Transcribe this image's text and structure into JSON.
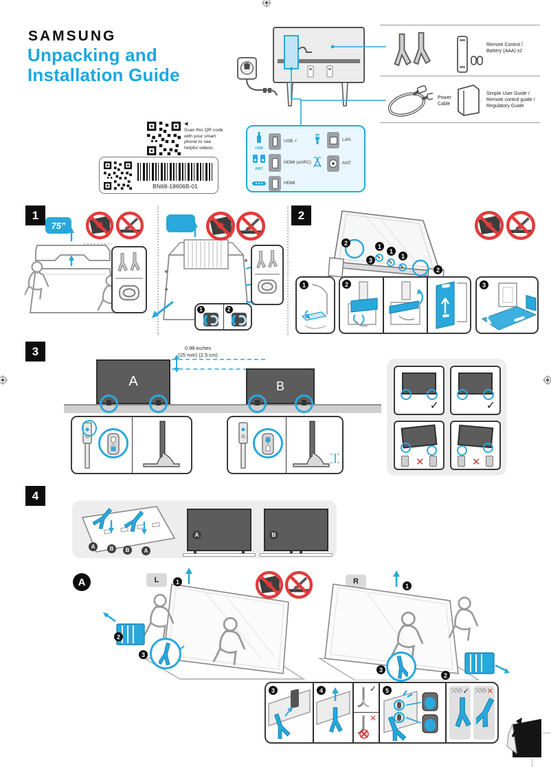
{
  "page": {
    "brand": "SAMSUNG",
    "title_line1": "Unpacking and",
    "title_line2": "Installation Guide"
  },
  "qr": {
    "arrow": "◀",
    "note": "Scan this QR code with your smart phone to see helpful videos.",
    "part_number": "BN68-18606B-01"
  },
  "accessories": {
    "remote_label": "Remote Control / Battery (AAA) x2",
    "power_label": "Power Cable",
    "guide_label": "Simple User Guide / Remote control guide / Regulatory Guide"
  },
  "ports": {
    "usb_caption": "USB",
    "arc_caption": "ARC",
    "labels": {
      "usb": "USB ⚡",
      "lan": "LAN",
      "hdmi_earc": "HDMI (eARC)",
      "ant": "ANT",
      "hdmi": "HDMI"
    }
  },
  "sections": {
    "s1": {
      "number": "1",
      "size_badge": "75\""
    },
    "s2": {
      "number": "2"
    },
    "s3": {
      "number": "3",
      "measure_line1": "0.98 inches",
      "measure_line2": "(25 mm) (2.5 cm)"
    },
    "s4": {
      "number": "4"
    }
  },
  "badges": {
    "left": "L",
    "right": "R"
  },
  "markers": {
    "n1": "1",
    "n2": "2",
    "n3": "3",
    "n4": "4",
    "n5": "5",
    "a": "A",
    "b": "B",
    "check": "✓",
    "cross": "✕"
  },
  "colors": {
    "accent": "#29a8dc",
    "title_blue": "#1ba7e0",
    "ban_red": "#e23b3b"
  }
}
